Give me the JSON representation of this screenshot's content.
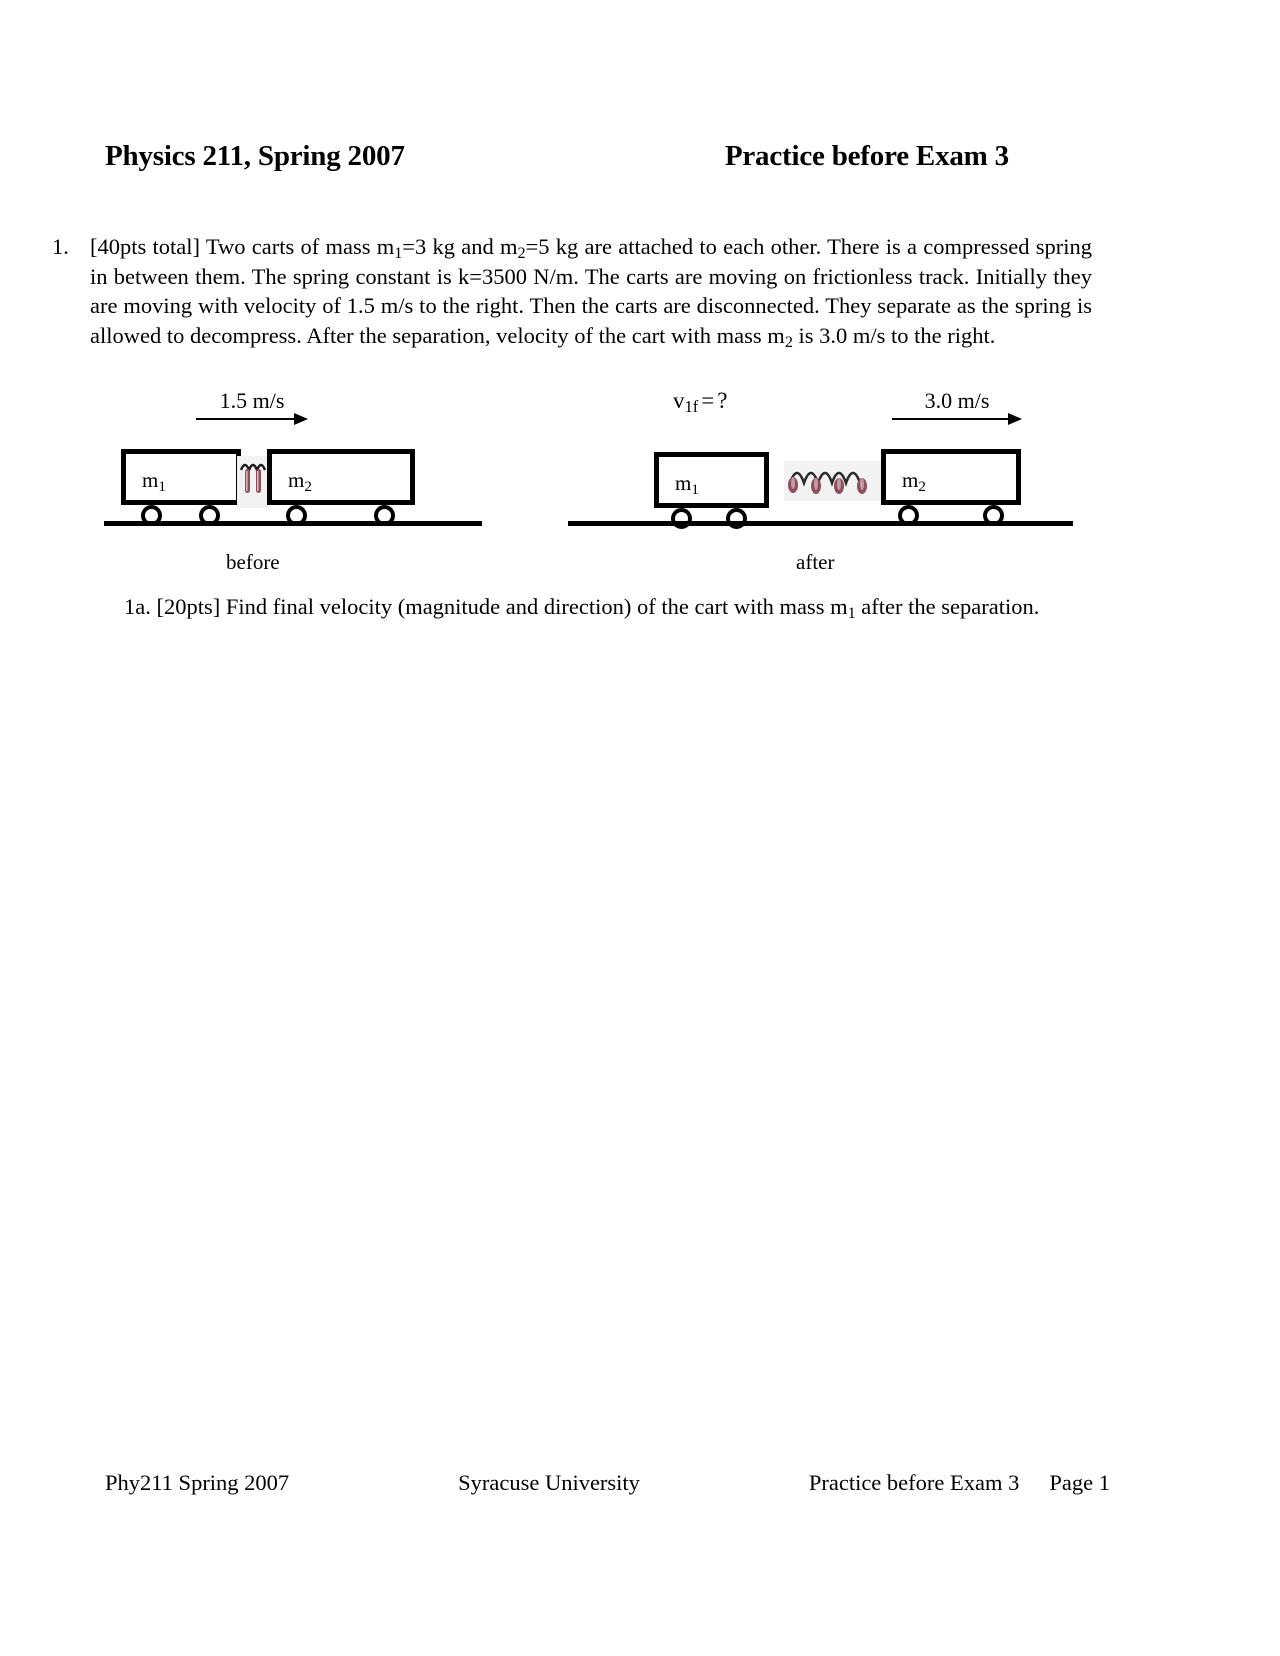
{
  "header": {
    "course": "Physics 211, Spring 2007",
    "exam": "Practice before Exam 3"
  },
  "problem": {
    "number": "1.",
    "text_html": "[40pts total] Two carts of mass m<sub>1</sub>=3 kg and m<sub>2</sub>=5 kg are attached to each other. There is a compressed spring in between them. The spring constant is k=3500 N/m. The carts are moving on frictionless track. Initially they are moving with velocity of 1.5 m/s to the right. Then the carts are disconnected. They separate as the spring is allowed to decompress. After the separation, velocity of the cart with mass m<sub>2</sub> is 3.0 m/s to the right.",
    "values": {
      "points_total": "40pts total",
      "m1": "3 kg",
      "m2": "5 kg",
      "spring_constant": "3500 N/m",
      "initial_velocity": "1.5 m/s",
      "final_velocity_m2": "3.0 m/s"
    }
  },
  "figure": {
    "before": {
      "caption": "before",
      "velocity_label": "1.5 m/s",
      "cart1_label_html": "m<sub>1</sub>",
      "cart2_label_html": "m<sub>2</sub>",
      "spring_state": "compressed"
    },
    "after": {
      "caption": "after",
      "unknown_label_html": "v<sub>1f</sub>",
      "unknown_equals": "=",
      "unknown_value": "?",
      "velocity_label": "3.0 m/s",
      "cart1_label_html": "m<sub>1</sub>",
      "cart2_label_html": "m<sub>2</sub>",
      "spring_state": "extended"
    }
  },
  "subquestion": {
    "text_html": "1a. [20pts] Find final velocity (magnitude and direction) of the cart with mass m<sub>1</sub> after the separation."
  },
  "footer": {
    "left": "Phy211 Spring 2007",
    "center": "Syracuse University",
    "right_label": "Practice before  Exam 3",
    "page": "Page 1"
  },
  "colors": {
    "ink": "#000000",
    "paper": "#ffffff",
    "spring_coil": "#8d4f5c"
  }
}
